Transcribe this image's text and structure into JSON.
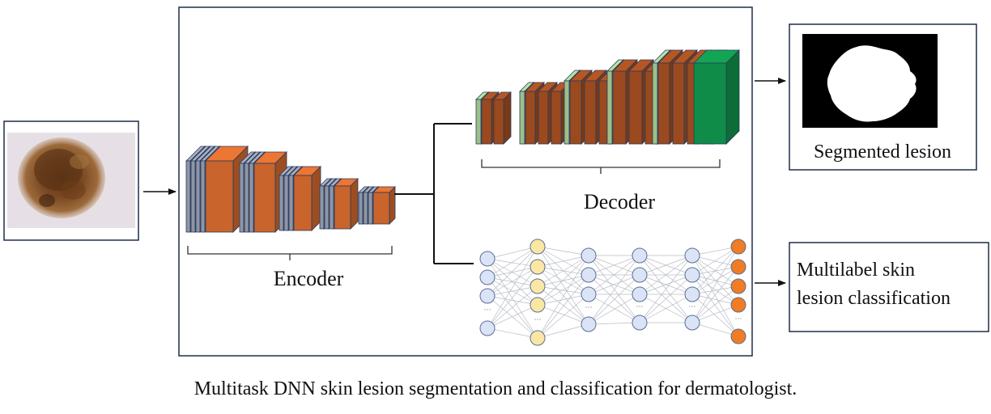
{
  "labels": {
    "encoder": "Encoder",
    "decoder": "Decoder",
    "segmented": "Segmented lesion",
    "classification_line1": "Multilabel skin",
    "classification_line2": "lesion classification",
    "caption": "Multitask DNN skin lesion segmentation and classification for dermatologist."
  },
  "colors": {
    "encoder_gray": "#8e96a6",
    "encoder_orange": "#c8642c",
    "decoder_lightgreen": "#9cc08a",
    "decoder_brown": "#9a4a1e",
    "decoder_output_green": "#0f8c47",
    "node_lightblue": "#dbe3f6",
    "node_yellow": "#fbe7a4",
    "node_orange": "#f07c23",
    "frame_border": "#1f2d4a",
    "mask_background": "#000000",
    "mask_lesion": "#ffffff",
    "skin_background": "#e6e0e6",
    "lesion_brown": "#7a4a24"
  },
  "icons": {
    "input_image": "dermoscopic-skin-lesion-image",
    "output_mask": "binary-segmentation-mask"
  }
}
